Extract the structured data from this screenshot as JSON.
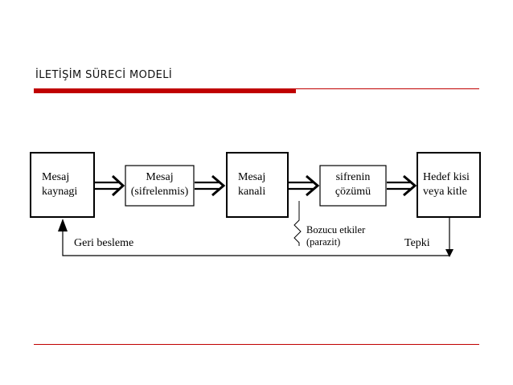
{
  "title": "İLETİŞİM SÜRECİ MODELİ",
  "colors": {
    "accent": "#c00000",
    "ink": "#000000"
  },
  "boxes": {
    "source": {
      "line1": "Mesaj",
      "line2": "kaynagi"
    },
    "encoded": {
      "line1": "Mesaj",
      "line2": "(sifrelenmis)"
    },
    "channel": {
      "line1": "Mesaj",
      "line2": "kanali"
    },
    "decode": {
      "line1": "sifrenin",
      "line2": "çözümü"
    },
    "target": {
      "line1": "Hedef kisi",
      "line2": "veya kitle"
    }
  },
  "labels": {
    "feedback": "Geri besleme",
    "noise_line1": "Bozucu etkiler",
    "noise_line2": "(parazit)",
    "response": "Tepki"
  }
}
